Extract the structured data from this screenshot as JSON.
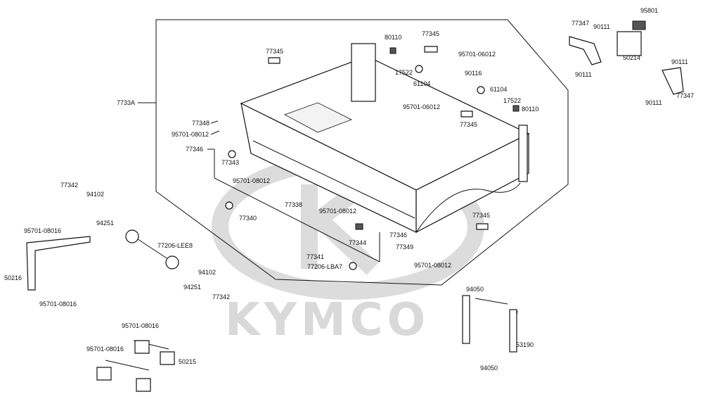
{
  "watermark": "KYMCO",
  "colors": {
    "line": "#111111",
    "watermark": "#d9d9d9",
    "background": "#ffffff"
  },
  "parts": [
    {
      "id": "p1",
      "text": "7733A"
    },
    {
      "id": "p2",
      "text": "77345"
    },
    {
      "id": "p3",
      "text": "80110"
    },
    {
      "id": "p4",
      "text": "77345"
    },
    {
      "id": "p5",
      "text": "95701-06012"
    },
    {
      "id": "p6",
      "text": "17522"
    },
    {
      "id": "p7",
      "text": "90116"
    },
    {
      "id": "p8",
      "text": "61104"
    },
    {
      "id": "p9",
      "text": "61104"
    },
    {
      "id": "p10",
      "text": "95701-06012"
    },
    {
      "id": "p11",
      "text": "17522"
    },
    {
      "id": "p12",
      "text": "80110"
    },
    {
      "id": "p13",
      "text": "77345"
    },
    {
      "id": "p14",
      "text": "77347"
    },
    {
      "id": "p15",
      "text": "90111"
    },
    {
      "id": "p16",
      "text": "95801"
    },
    {
      "id": "p17",
      "text": "50214"
    },
    {
      "id": "p18",
      "text": "90111"
    },
    {
      "id": "p19",
      "text": "90111"
    },
    {
      "id": "p20",
      "text": "90111"
    },
    {
      "id": "p21",
      "text": "77347"
    },
    {
      "id": "p22",
      "text": "77348"
    },
    {
      "id": "p23",
      "text": "95701-08012"
    },
    {
      "id": "p24",
      "text": "77346"
    },
    {
      "id": "p25",
      "text": "77343"
    },
    {
      "id": "p26",
      "text": "95701-08012"
    },
    {
      "id": "p27",
      "text": "77342"
    },
    {
      "id": "p28",
      "text": "94102"
    },
    {
      "id": "p29",
      "text": "94251"
    },
    {
      "id": "p30",
      "text": "77338"
    },
    {
      "id": "p31",
      "text": "77340"
    },
    {
      "id": "p32",
      "text": "95701-08012"
    },
    {
      "id": "p33",
      "text": "77345"
    },
    {
      "id": "p34",
      "text": "77346"
    },
    {
      "id": "p35",
      "text": "77344"
    },
    {
      "id": "p36",
      "text": "77349"
    },
    {
      "id": "p37",
      "text": "95701-08012"
    },
    {
      "id": "p38",
      "text": "77341"
    },
    {
      "id": "p39",
      "text": "77206-LBA7"
    },
    {
      "id": "p40",
      "text": "95701-08016"
    },
    {
      "id": "p41",
      "text": "77206-LEE8"
    },
    {
      "id": "p42",
      "text": "50216"
    },
    {
      "id": "p43",
      "text": "95701-08016"
    },
    {
      "id": "p44",
      "text": "94102"
    },
    {
      "id": "p45",
      "text": "94251"
    },
    {
      "id": "p46",
      "text": "77342"
    },
    {
      "id": "p47",
      "text": "95701-08016"
    },
    {
      "id": "p48",
      "text": "95701-08016"
    },
    {
      "id": "p49",
      "text": "50215"
    },
    {
      "id": "p50",
      "text": "94050"
    },
    {
      "id": "p51",
      "text": "53190"
    },
    {
      "id": "p52",
      "text": "94050"
    }
  ]
}
